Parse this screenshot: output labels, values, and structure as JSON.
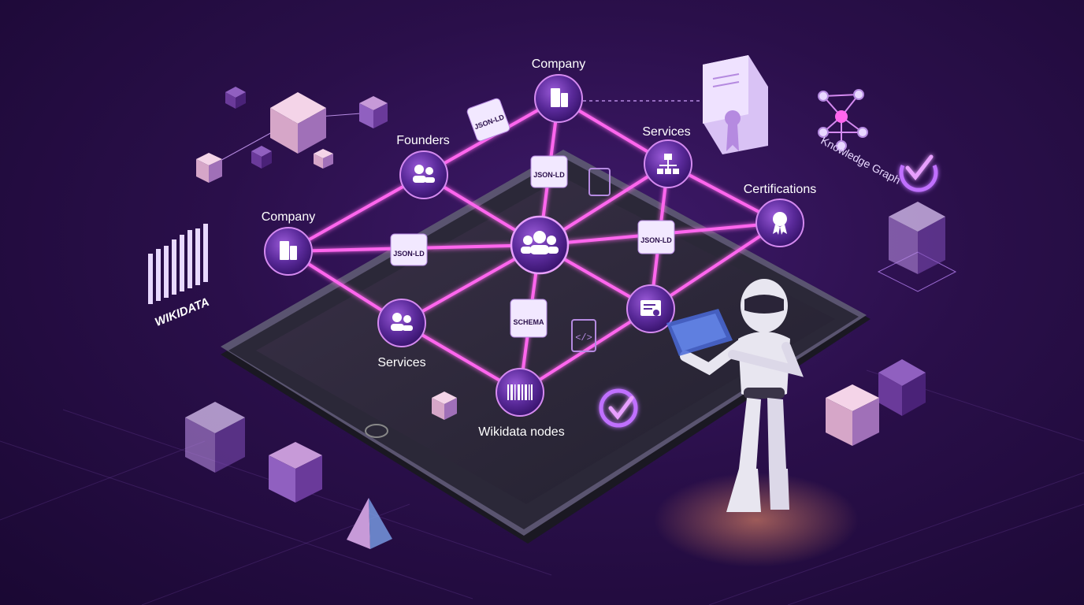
{
  "nodes": {
    "company_top": "Company",
    "founders": "Founders",
    "services_top": "Services",
    "certifications": "Certifications",
    "company_left": "Company",
    "services_bottom": "Services",
    "wikidata_nodes": "Wikidata nodes"
  },
  "chips": {
    "jsonld_1": "JSON-LD",
    "jsonld_2": "JSON-LD",
    "jsonld_3": "JSON-LD",
    "jsonld_rotated": "JSON-LD",
    "schema": "SCHEMA"
  },
  "decorations": {
    "wikidata_logo": "WIKIDATA",
    "knowledge_graph": "Knowledge Graph"
  },
  "colors": {
    "background": "#2a0f4a",
    "accent": "#e040d0",
    "node_fill": "#5a2a9a",
    "line_glow": "#ff66ee"
  }
}
